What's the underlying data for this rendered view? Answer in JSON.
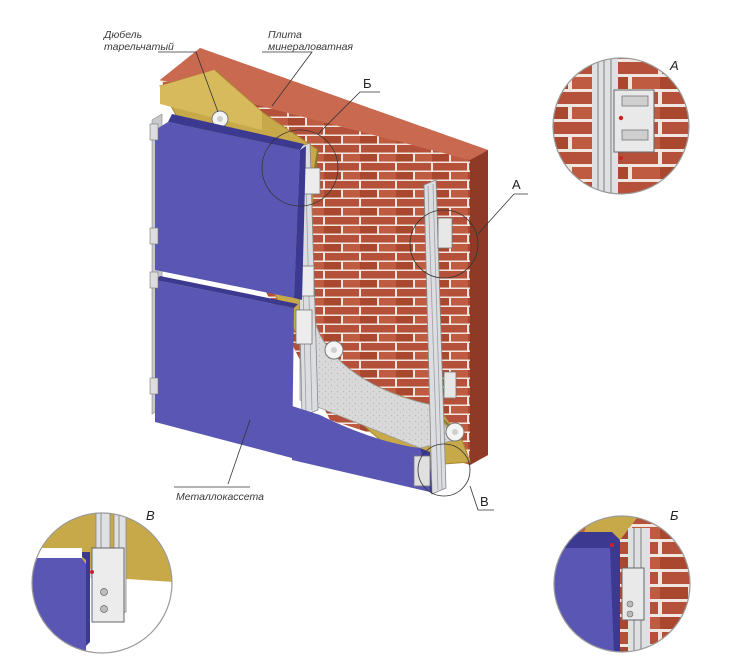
{
  "labels": {
    "dowel_line1": "Дюбель",
    "dowel_line2": "тарельчатый",
    "wool_line1": "Плита",
    "wool_line2": "минераловатная",
    "cassette": "Металлокассета"
  },
  "callouts": {
    "a": "А",
    "b": "Б",
    "v": "В"
  },
  "detail_titles": {
    "a": "А",
    "b": "Б",
    "v": "В"
  },
  "colors": {
    "brick": "#b5513a",
    "mortar": "#f2e8e2",
    "insulation": "#c8a94a",
    "panel": "#5a56b4",
    "panel_dark": "#3c3990",
    "rail": "#d2d4d6",
    "plaster": "#d6d6d6"
  }
}
